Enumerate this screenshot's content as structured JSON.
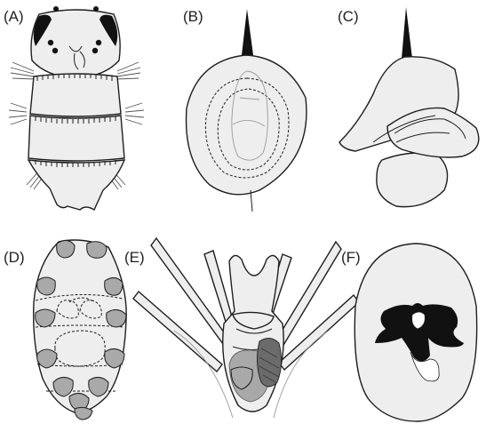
{
  "panels": [
    {
      "id": "A",
      "label": "(A)"
    },
    {
      "id": "B",
      "label": "(B)"
    },
    {
      "id": "C",
      "label": "(C)"
    },
    {
      "id": "D",
      "label": "(D)"
    },
    {
      "id": "E",
      "label": "(E)"
    },
    {
      "id": "F",
      "label": "(F)"
    }
  ],
  "colors": {
    "fill": "#eeeeee",
    "stroke": "#1e1e1e",
    "shade": "#a9a9a9",
    "ink": "#111111"
  }
}
